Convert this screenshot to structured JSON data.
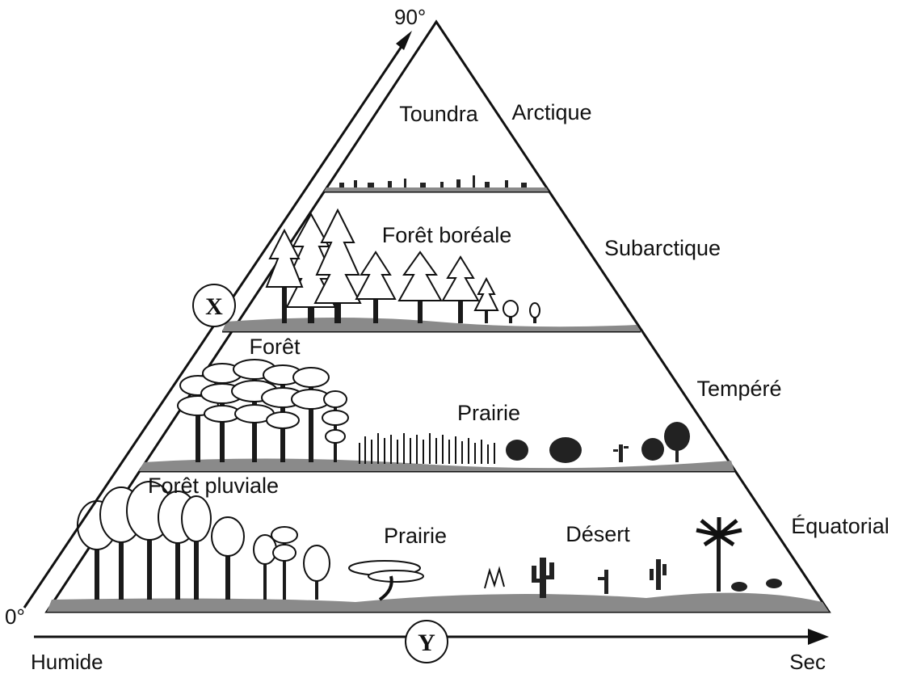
{
  "diagram": {
    "angle_top": "90°",
    "angle_bottom": "0°",
    "axis_x_letter": "X",
    "axis_y_letter": "Y",
    "axis_y_left": "Humide",
    "axis_y_right": "Sec",
    "zones": {
      "arctic": "Arctique",
      "subarctic": "Subarctique",
      "temperate": "Tempéré",
      "equatorial": "Équatorial"
    },
    "biomes": {
      "tundra": "Toundra",
      "boreal_forest": "Forêt boréale",
      "temperate_forest": "Forêt",
      "temperate_grassland": "Prairie",
      "rainforest": "Forêt pluviale",
      "tropical_grassland": "Prairie",
      "desert": "Désert"
    },
    "colors": {
      "ground": "#8a8a8a",
      "lines": "#111111"
    }
  }
}
